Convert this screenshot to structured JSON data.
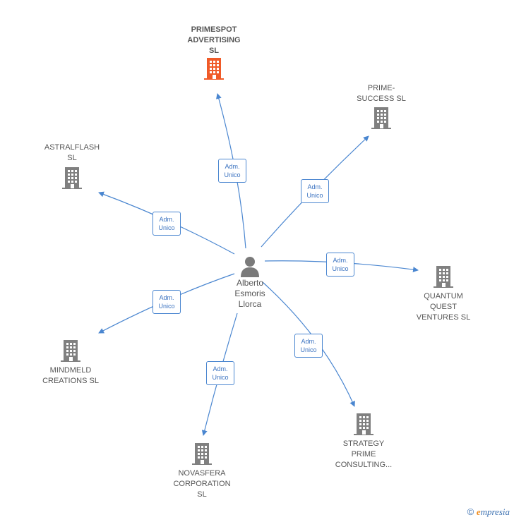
{
  "center": {
    "name": "Alberto\nEsmoris\nLlorca"
  },
  "companies": [
    {
      "id": "primespot",
      "label": "PRIMESPOT\nADVERTISING\nSL",
      "highlight": true
    },
    {
      "id": "prime-success",
      "label": "PRIME-\nSUCCESS SL",
      "highlight": false
    },
    {
      "id": "astralflash",
      "label": "ASTRALFLASH\nSL",
      "highlight": false
    },
    {
      "id": "quantum",
      "label": "QUANTUM\nQUEST\nVENTURES SL",
      "highlight": false
    },
    {
      "id": "mindmeld",
      "label": "MINDMELD\nCREATIONS SL",
      "highlight": false
    },
    {
      "id": "novasfera",
      "label": "NOVASFERA\nCORPORATION\nSL",
      "highlight": false
    },
    {
      "id": "strategy",
      "label": "STRATEGY\nPRIME\nCONSULTING...",
      "highlight": false
    }
  ],
  "relation_label": "Adm.\nUnico",
  "colors": {
    "edge": "#4a86d0",
    "building": "#808080",
    "building_highlight": "#f05a28"
  },
  "footer": {
    "copyright": "©",
    "brand_first": "e",
    "brand_rest": "mpresia"
  }
}
